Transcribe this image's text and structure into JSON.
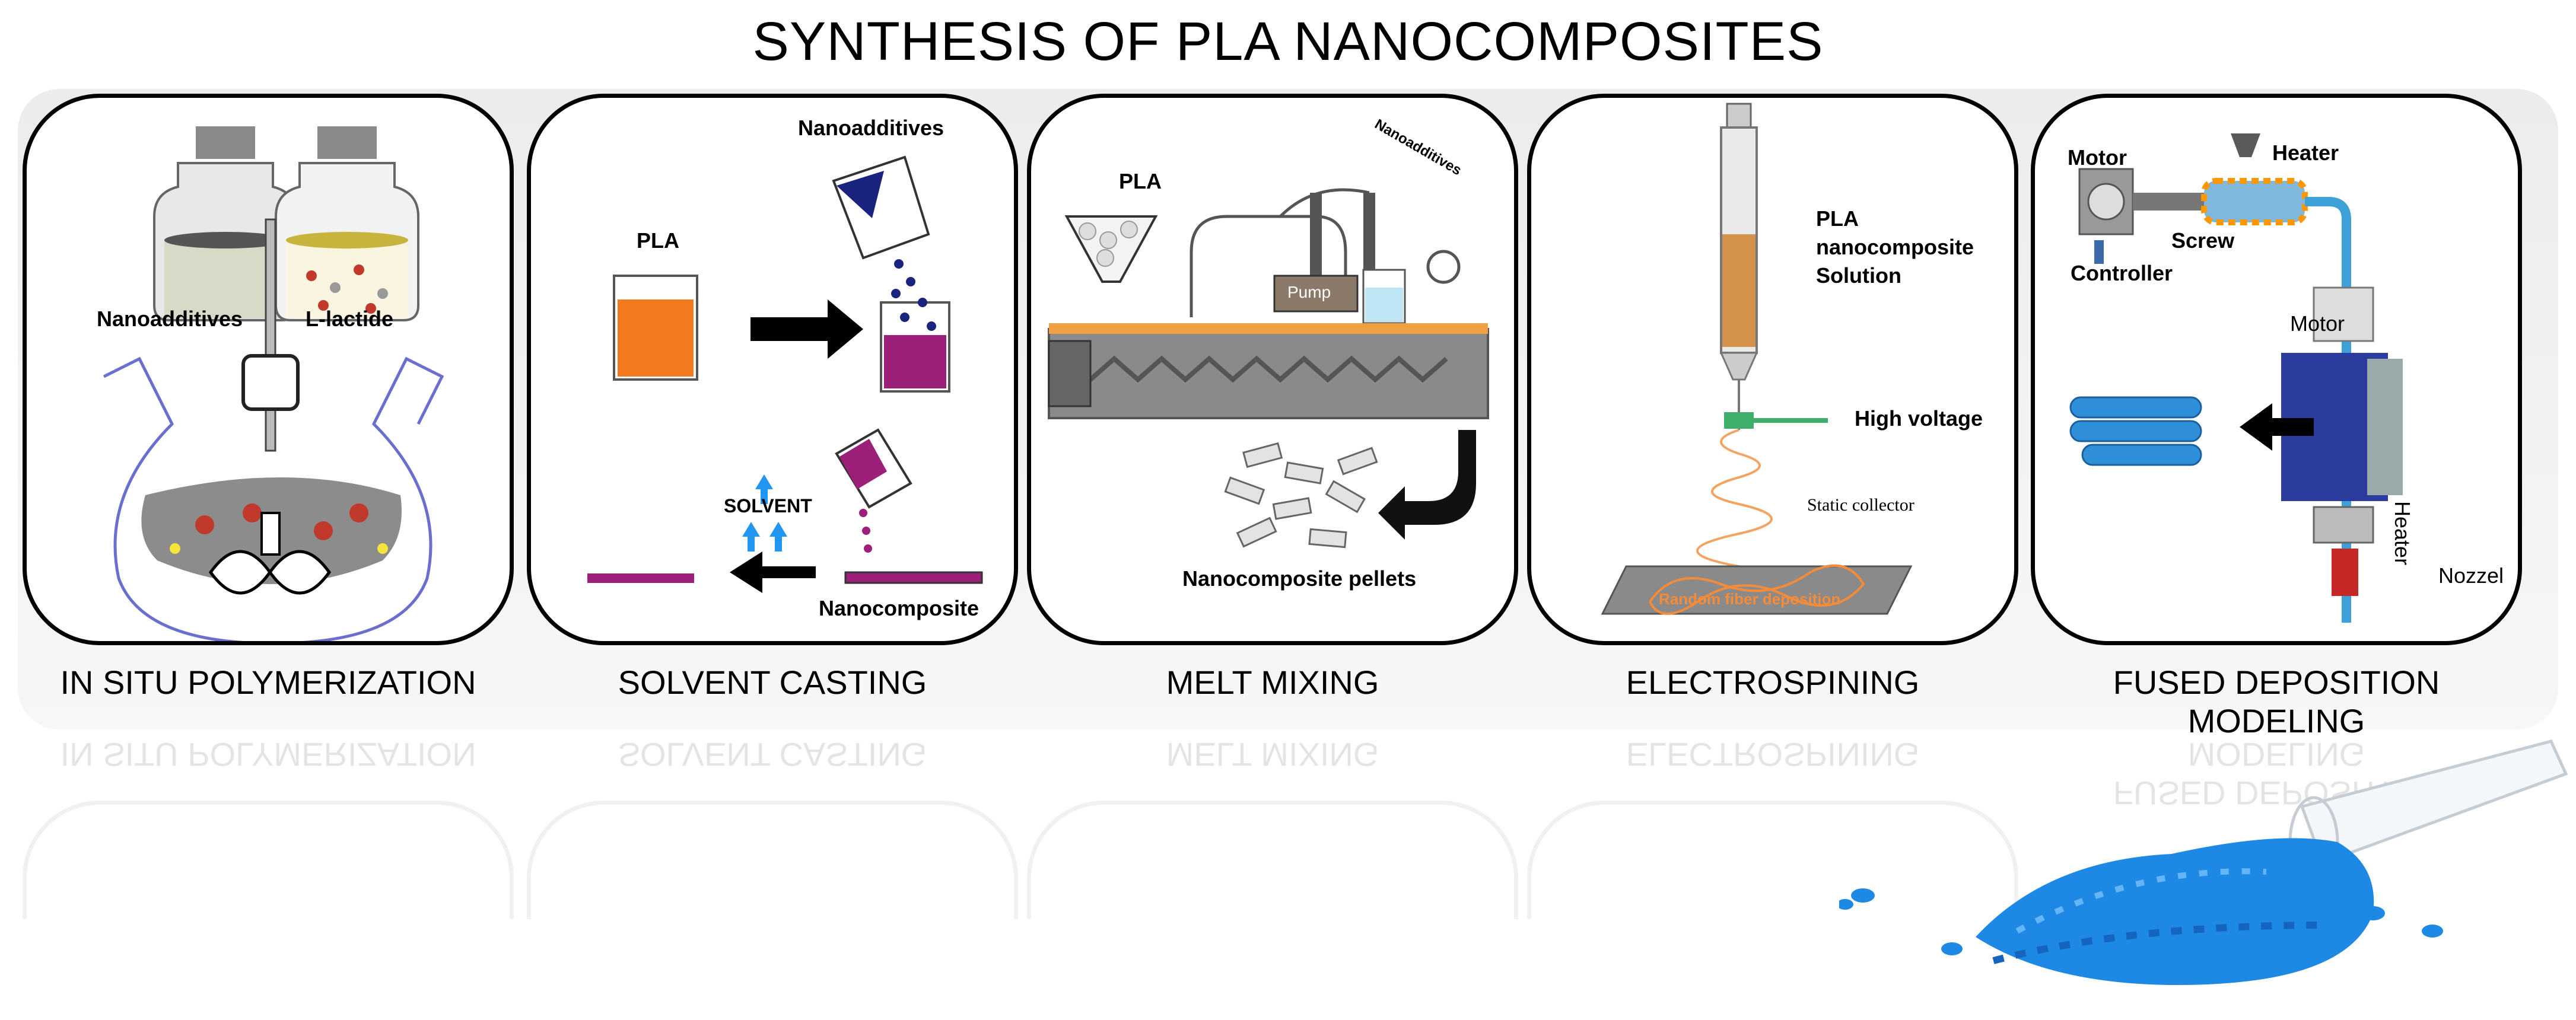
{
  "title": "SYNTHESIS OF PLA NANOCOMPOSITES",
  "panels": [
    {
      "caption": "IN SITU POLYMERIZATION",
      "labels": {
        "nanoadditives": "Nanoadditives",
        "lactide": "L-lactide"
      }
    },
    {
      "caption": "SOLVENT CASTING",
      "labels": {
        "pla": "PLA",
        "nanoadditives": "Nanoadditives",
        "solvent": "SOLVENT",
        "nanocomposite": "Nanocomposite"
      }
    },
    {
      "caption": "MELT MIXING",
      "labels": {
        "pla": "PLA",
        "pump": "Pump",
        "nanoadditives": "Nanoadditives",
        "pellets": "Nanocomposite  pellets"
      }
    },
    {
      "caption": "ELECTROSPINING",
      "labels": {
        "solution": "PLA\nnanocomposite\nSolution",
        "voltage": "High voltage",
        "collector": "Static collector",
        "deposition": "Random fiber deposition"
      }
    },
    {
      "caption": "FUSED DEPOSITION MODELING",
      "labels": {
        "motor_top": "Motor",
        "heater_top": "Heater",
        "screw": "Screw",
        "controller": "Controller",
        "motor_mid": "Motor",
        "heater_side": "Heater",
        "nozzle": "Nozzel"
      }
    }
  ],
  "colors": {
    "pellet_blue": "#1e88e5",
    "pla_orange": "#f47a20",
    "composite_purple": "#9c1f7a",
    "arrow_blue": "#2196f3",
    "heater_orange": "#ff9800"
  }
}
